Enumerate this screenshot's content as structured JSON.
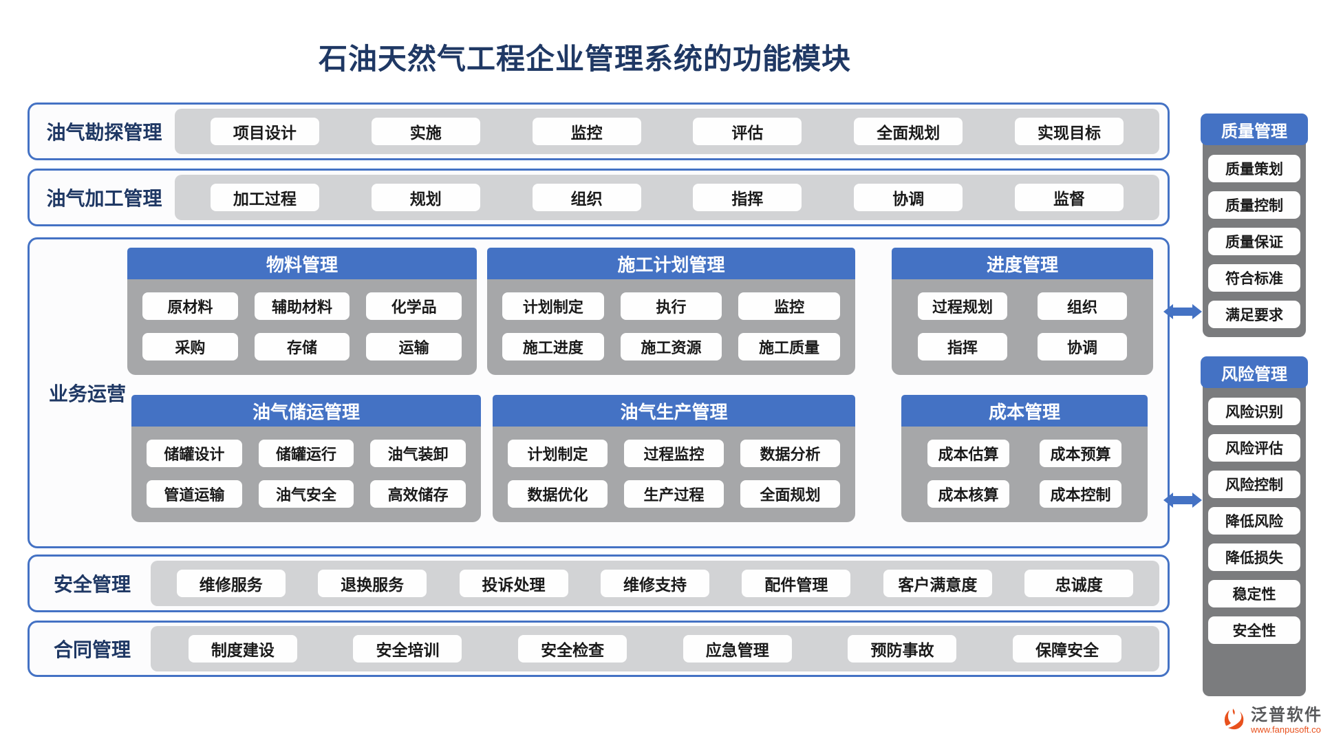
{
  "title": "石油天然气工程企业管理系统的功能模块",
  "rows": [
    {
      "label": "油气勘探管理",
      "items": [
        "项目设计",
        "实施",
        "监控",
        "评估",
        "全面规划",
        "实现目标"
      ]
    },
    {
      "label": "油气加工管理",
      "items": [
        "加工过程",
        "规划",
        "组织",
        "指挥",
        "协调",
        "监督"
      ]
    }
  ],
  "business": {
    "label": "业务运营",
    "blocks": [
      {
        "title": "物料管理",
        "items": [
          "原材料",
          "辅助材料",
          "化学品",
          "采购",
          "存储",
          "运输"
        ]
      },
      {
        "title": "施工计划管理",
        "items": [
          "计划制定",
          "执行",
          "监控",
          "施工进度",
          "施工资源",
          "施工质量"
        ]
      },
      {
        "title": "进度管理",
        "items": [
          "过程规划",
          "组织",
          "指挥",
          "协调"
        ]
      },
      {
        "title": "油气储运管理",
        "items": [
          "储罐设计",
          "储罐运行",
          "油气装卸",
          "管道运输",
          "油气安全",
          "高效储存"
        ]
      },
      {
        "title": "油气生产管理",
        "items": [
          "计划制定",
          "过程监控",
          "数据分析",
          "数据优化",
          "生产过程",
          "全面规划"
        ]
      },
      {
        "title": "成本管理",
        "items": [
          "成本估算",
          "成本预算",
          "成本核算",
          "成本控制"
        ]
      }
    ]
  },
  "bottom_rows": [
    {
      "label": "安全管理",
      "items": [
        "维修服务",
        "退换服务",
        "投诉处理",
        "维修支持",
        "配件管理",
        "客户满意度",
        "忠诚度"
      ]
    },
    {
      "label": "合同管理",
      "items": [
        "制度建设",
        "安全培训",
        "安全检查",
        "应急管理",
        "预防事故",
        "保障安全"
      ]
    }
  ],
  "sidebars": [
    {
      "title": "质量管理",
      "items": [
        "质量策划",
        "质量控制",
        "质量保证",
        "符合标准",
        "满足要求"
      ]
    },
    {
      "title": "风险管理",
      "items": [
        "风险识别",
        "风险评估",
        "风险控制",
        "降低风险",
        "降低损失",
        "稳定性",
        "安全性"
      ]
    }
  ],
  "vendor": {
    "name": "泛普软件",
    "url": "www.fanpusoft.com"
  },
  "icons": {
    "link_arrow": "double-headed-horizontal-arrow",
    "vendor_logo": "fanpu-orange-mark"
  },
  "colors": {
    "accent": "#4472C4",
    "title_text": "#1F3864",
    "band_gray": "#D2D3D5",
    "block_gray": "#A6A7A9",
    "sidebar_gray": "#7B7C7E",
    "button_bg": "#FEFEFE",
    "logo_orange": "#E8511D"
  }
}
